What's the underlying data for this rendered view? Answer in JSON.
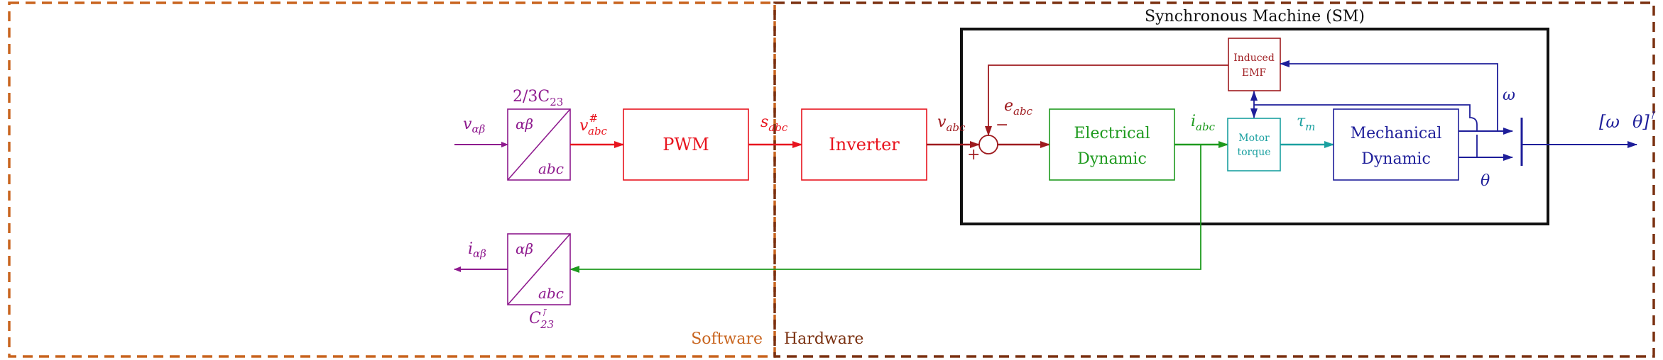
{
  "colors": {
    "software": "#c8641e",
    "hardware": "#7a3010",
    "purple": "#8e1a8e",
    "red": "#e8141e",
    "darkred": "#9e1a1e",
    "green": "#1e9a1e",
    "teal": "#1aa0a0",
    "navy": "#1e1e9a",
    "black": "#111111"
  },
  "regions": {
    "software_label": "Software",
    "hardware_label": "Hardware",
    "sm_title": "Synchronous Machine (SM)"
  },
  "blocks": {
    "transform_top": {
      "top_label": "2/3C",
      "top_label_sub": "23",
      "alpha_beta": "αβ",
      "abc": "abc"
    },
    "transform_bottom": {
      "bottom_label": "C",
      "bottom_label_sup": "⊺",
      "bottom_label_sub": "23",
      "alpha_beta": "αβ",
      "abc": "abc"
    },
    "pwm": "PWM",
    "inverter": "Inverter",
    "electrical": [
      "Electrical",
      "Dynamic"
    ],
    "induced_emf": [
      "Induced",
      "EMF"
    ],
    "motor_torque": [
      "Motor",
      "torque"
    ],
    "mechanical": [
      "Mechanical",
      "Dynamic"
    ]
  },
  "signals": {
    "v_alpha_beta": "v",
    "v_alpha_beta_sub": "αβ",
    "v_abc_hash": "v",
    "v_abc_hash_sup": "#",
    "v_abc_hash_sub": "abc",
    "s_abc": "s",
    "s_abc_sub": "abc",
    "v_abc": "v",
    "v_abc_sub": "abc",
    "e_abc": "e",
    "e_abc_sub": "abc",
    "i_abc": "i",
    "i_abc_sub": "abc",
    "tau_m": "τ",
    "tau_m_sub": "m",
    "omega": "ω",
    "theta": "θ",
    "i_alpha_beta": "i",
    "i_alpha_beta_sub": "αβ",
    "plus": "+",
    "minus": "−",
    "output_open": "[ω",
    "output_theta": "θ]",
    "output_sup": "⊺"
  }
}
